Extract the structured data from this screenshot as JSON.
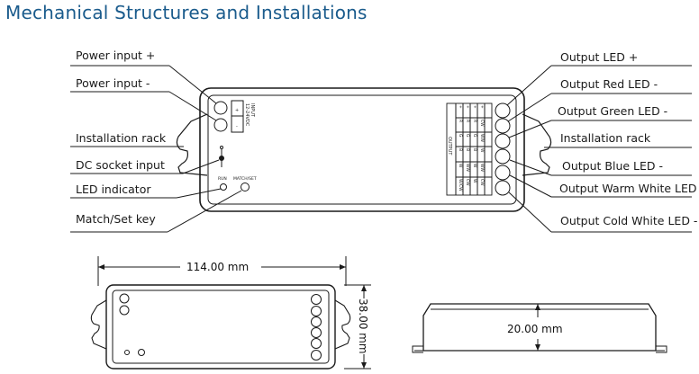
{
  "title": "Mechanical Structures and Installations",
  "labels_left": {
    "power_plus": "Power input +",
    "power_minus": "Power input -",
    "installation_rack": "Installation rack",
    "dc_socket": "DC socket input",
    "led_indicator": "LED indicator",
    "match_key": "Match/Set key"
  },
  "labels_right": {
    "output_plus": "Output LED +",
    "output_red": "Output Red LED -",
    "output_green": "Output Green LED -",
    "installation_rack": "Installation rack",
    "output_blue": "Output Blue LED -",
    "output_ww": "Output Warm White LED -",
    "output_cw": "Output Cold White LED -"
  },
  "device": {
    "input_label": "INPUT",
    "input_voltage": "12-24VDC",
    "plus": "+",
    "minus": "-",
    "run": "RUN",
    "match_set": "MATCH/SET",
    "output_label": "OUTPUT",
    "output_columns": [
      [
        "+",
        "R",
        "G",
        "B",
        "W",
        "W/CW"
      ],
      [
        "+",
        "R",
        "G",
        "B",
        "WW",
        "CW"
      ],
      [
        "+",
        "R",
        "G",
        "B",
        "W",
        "W"
      ],
      [
        "+",
        "CW",
        "WW",
        "W",
        "WW",
        "CW"
      ]
    ]
  },
  "dimensions": {
    "length": "114.00 mm",
    "width": "38.00 mm",
    "height": "20.00 mm"
  },
  "colors": {
    "title": "#1a5b8c",
    "line": "#1a1a1a"
  }
}
